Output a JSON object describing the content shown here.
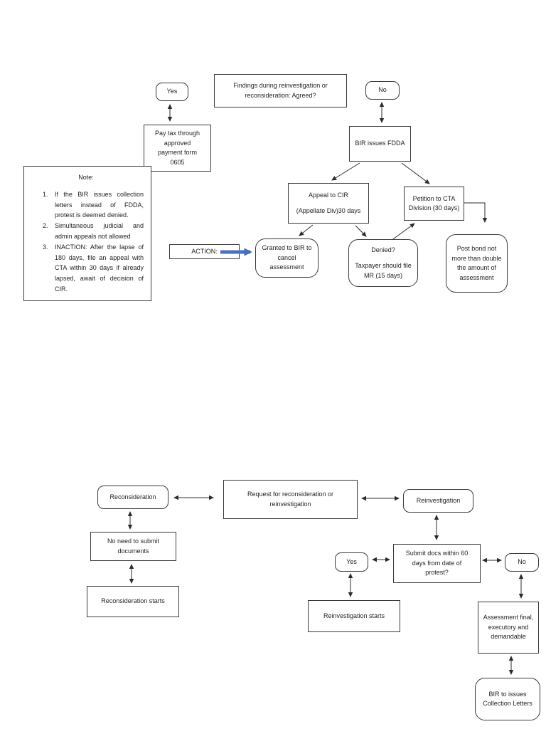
{
  "colors": {
    "box_border": "#3a3a3a",
    "connector": "#2b2b2b",
    "action_arrow": "#4472C4"
  },
  "top_chart": {
    "yes_label": "Yes",
    "findings_question": "Findings during reinvestigation or reconsideration: Agreed?",
    "no_label": "No",
    "pay_tax": "Pay tax through approved payment form 0605",
    "bir_issues_fdda": "BIR issues FDDA",
    "appeal_cir_line1": "Appeal to CIR",
    "appeal_cir_line2": "(Appellate Div)30 days",
    "petition_cta": "Petition to CTA Division (30 days)",
    "action_label": "ACTION:",
    "granted_to_bir": "Granted to BIR to cancel assessment",
    "denied_question": "Denied?",
    "denied_detail": "Taxpayer should file MR (15 days)",
    "post_bond": "Post bond not more than double the amount of assessment",
    "note": {
      "title": "Note:",
      "items": [
        {
          "num": "1.",
          "text": "If the BIR issues collection letters instead of FDDA, protest is deemed denied."
        },
        {
          "num": "2.",
          "text": "Simultaneous judicial and admin appeals not allowed"
        },
        {
          "num": "3.",
          "text": "INACTION: After the lapse of 180 days, file an appeal with CTA within 30 days if already lapsed, await of decision of CIR."
        }
      ]
    }
  },
  "bottom_chart": {
    "reconsideration": "Reconsideration",
    "request": "Request for reconsideration or reinvestigation",
    "reinvestigation": "Reinvestigation",
    "no_need_docs": "No need to submit documents",
    "submit_docs_question": "Submit docs within 60 days from date of protest?",
    "yes_label": "Yes",
    "no_label": "No",
    "reconsideration_starts": "Reconsideration starts",
    "reinvestigation_starts": "Reinvestigation starts",
    "assessment_final": "Assessment final, executory and demandable",
    "bir_collection_letters": "BIR to issues Collection Letters"
  }
}
